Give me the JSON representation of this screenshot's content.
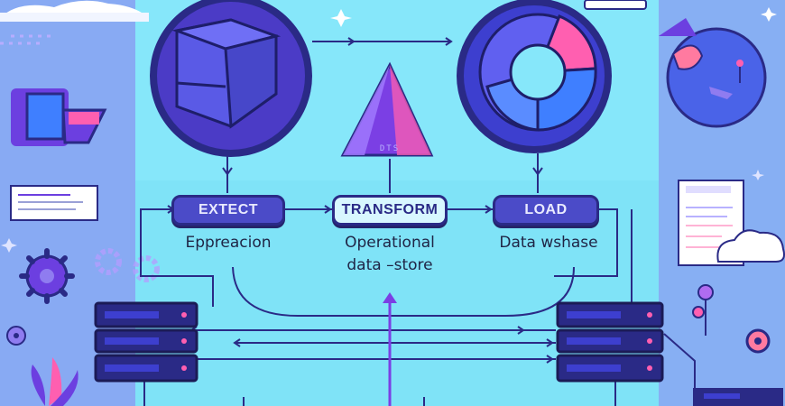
{
  "diagram": {
    "stages": [
      {
        "id": "extract",
        "label": "EXTECT",
        "caption": "Eppreacion"
      },
      {
        "id": "transform",
        "label": "TRANSFORM",
        "caption_line1": "Operational",
        "caption_line2": "data –store"
      },
      {
        "id": "load",
        "label": "LOAD",
        "caption": "Data wshase"
      }
    ],
    "center_mark": "DTS",
    "colors": {
      "background": "#7fe3f7",
      "navy": "#2a2a86",
      "indigo": "#4b4bc8",
      "violet": "#6c3fe0",
      "pink": "#ff5fb0",
      "blue": "#3f7fff"
    },
    "icons": [
      "database-cube-icon",
      "pyramid-icon",
      "pie-chart-icon",
      "globe-icon",
      "server-rack-icon",
      "gear-icon",
      "cloud-icon",
      "document-icon",
      "plant-icon",
      "sparkle-icon"
    ]
  }
}
